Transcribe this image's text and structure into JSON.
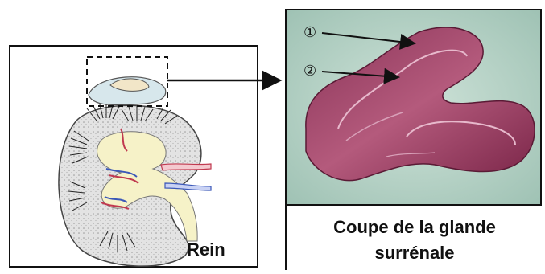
{
  "left_panel": {
    "label": "Rein"
  },
  "right_panel": {
    "caption_line1": "Coupe de la glande",
    "caption_line2": "surrénale"
  },
  "callouts": [
    {
      "number": "①"
    },
    {
      "number": "②"
    }
  ]
}
